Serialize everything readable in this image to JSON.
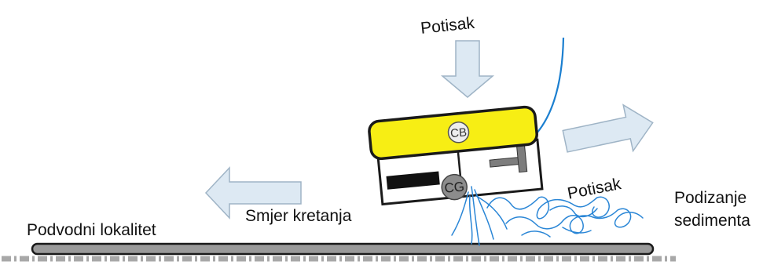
{
  "labels": {
    "thrust_top": "Potisak",
    "thrust_right": "Potisak",
    "direction": "Smjer kretanja",
    "site": "Podvodni lokalitet",
    "sediment_line1": "Podizanje",
    "sediment_line2": "sedimenta",
    "center_buoyancy": "CB",
    "center_gravity": "CG"
  },
  "colors": {
    "float": "#f7ee14",
    "arrow_fill": "#dde9f3",
    "arrow_stroke": "#9fb4c6",
    "tether": "#1b7fd0",
    "sediment": "#2a86d6",
    "seabed": "#9a9a9a",
    "outline": "#1a1a1a",
    "cg_fill": "#8c8c8c",
    "cb_fill": "#eeeeee"
  }
}
